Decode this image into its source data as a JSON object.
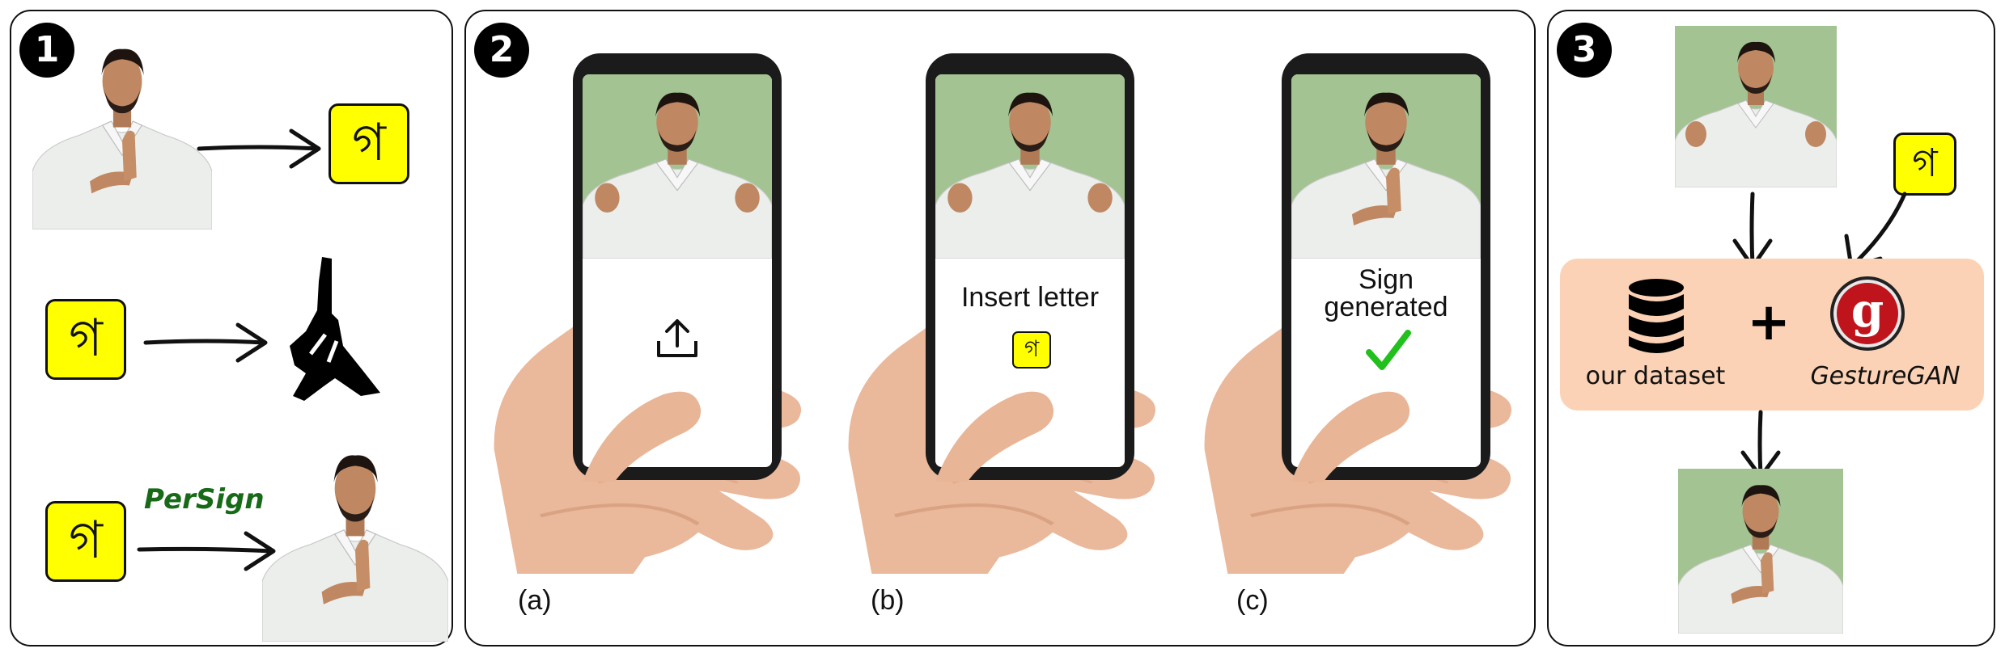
{
  "panels": [
    {
      "badge": "1"
    },
    {
      "badge": "2"
    },
    {
      "badge": "3"
    }
  ],
  "letter_glyph": "গ",
  "panel1": {
    "persign_label": "PerSign"
  },
  "panel2": {
    "phones": [
      {
        "caption": "(a)",
        "icon": "upload-icon"
      },
      {
        "caption": "(b)",
        "text": "Insert letter"
      },
      {
        "caption": "(c)",
        "text_line1": "Sign",
        "text_line2": "generated",
        "icon": "checkmark-icon"
      }
    ]
  },
  "panel3": {
    "dataset_label": "our dataset",
    "plus": "+",
    "model_label": "GestureGAN",
    "model_icon_letter": "g",
    "icons": [
      "database-icon",
      "gesturegan-logo"
    ]
  },
  "colors": {
    "letter_bg": "#ffff00",
    "photo_bg": "#a3c392",
    "persign_green": "#176a17",
    "check_green": "#22c01c",
    "model_box": "#fbd2b5",
    "logo_red": "#c0141c"
  }
}
